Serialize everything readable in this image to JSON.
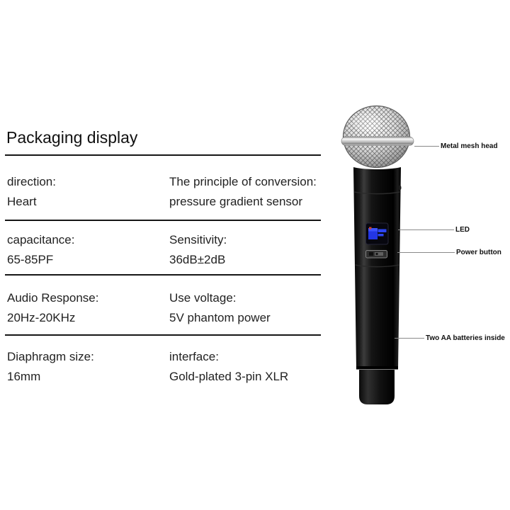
{
  "title": "Packaging display",
  "spec_table": {
    "rows": [
      {
        "left_label": "direction:",
        "left_value": "Heart",
        "right_label": "The principle of conversion:",
        "right_value": "pressure gradient sensor"
      },
      {
        "left_label": "capacitance:",
        "left_value": "65-85PF",
        "right_label": "Sensitivity:",
        "right_value": "36dB±2dB"
      },
      {
        "left_label": "Audio Response:",
        "left_value": "20Hz-20KHz",
        "right_label": "Use voltage:",
        "right_value": "5V phantom power"
      },
      {
        "left_label": "Diaphragm size:",
        "left_value": "16mm",
        "right_label": "interface:",
        "right_value": "Gold-plated 3-pin XLR"
      }
    ]
  },
  "product_image": {
    "subject": "wireless handheld microphone",
    "callouts": [
      {
        "label": "Metal mesh head"
      },
      {
        "label": "LED"
      },
      {
        "label": "Power button"
      },
      {
        "label": "Two AA batteries inside"
      }
    ]
  },
  "colors": {
    "background": "#ffffff",
    "text": "#222222",
    "rule": "#161616",
    "callout_line": "#8a8a8a",
    "mic_body": "#0b0b0b",
    "mesh_silver": "#c9c9c9",
    "led_blue": "#2336e4",
    "led_window": "#07070f"
  }
}
